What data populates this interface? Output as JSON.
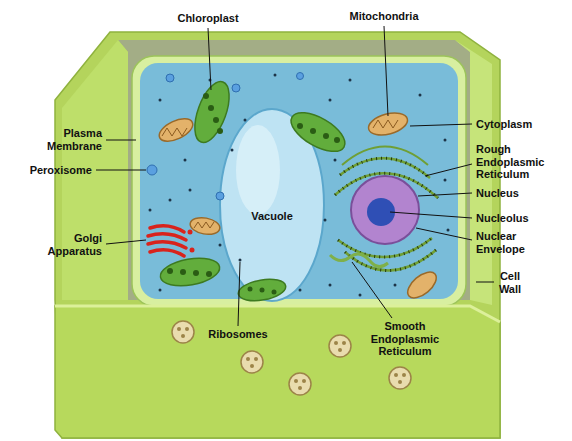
{
  "diagram": {
    "labels": [
      "Chloroplast",
      "Mitochondria",
      "Plasma Membrane",
      "Cytoplasm",
      "Rough Endoplasmic Reticulum",
      "Peroxisome",
      "Nucleus",
      "Vacuole",
      "Nucleolus",
      "Golgi Apparatus",
      "Nuclear Envelope",
      "Cell Wall",
      "Ribosomes",
      "Smooth Endoplasmic Reticulum"
    ]
  }
}
